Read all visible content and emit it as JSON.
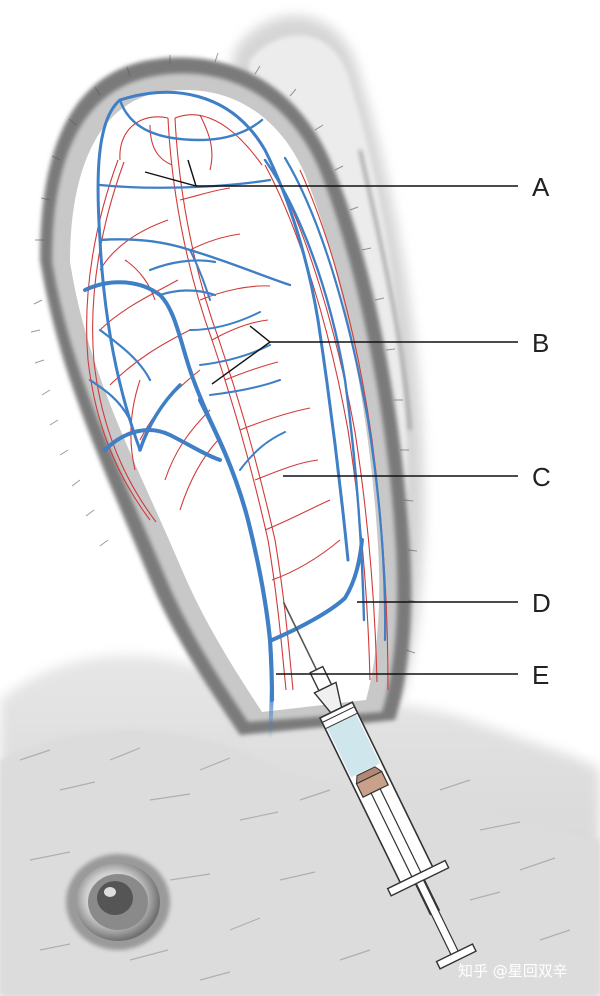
{
  "labels": [
    "A",
    "B",
    "C",
    "D",
    "E"
  ],
  "watermark": "知乎 @星回双辛",
  "colors": {
    "vein": "#3f7fc6",
    "artery": "#d13a3a",
    "fur_dark": "#6b6b6b",
    "fur_light": "#b8b8b8",
    "leader": "#111111",
    "syringe_fluid": "#cfe6ec",
    "plunger": "#c9a08a"
  },
  "icons": [
    "rabbit-ear",
    "rabbit-eye",
    "syringe"
  ]
}
